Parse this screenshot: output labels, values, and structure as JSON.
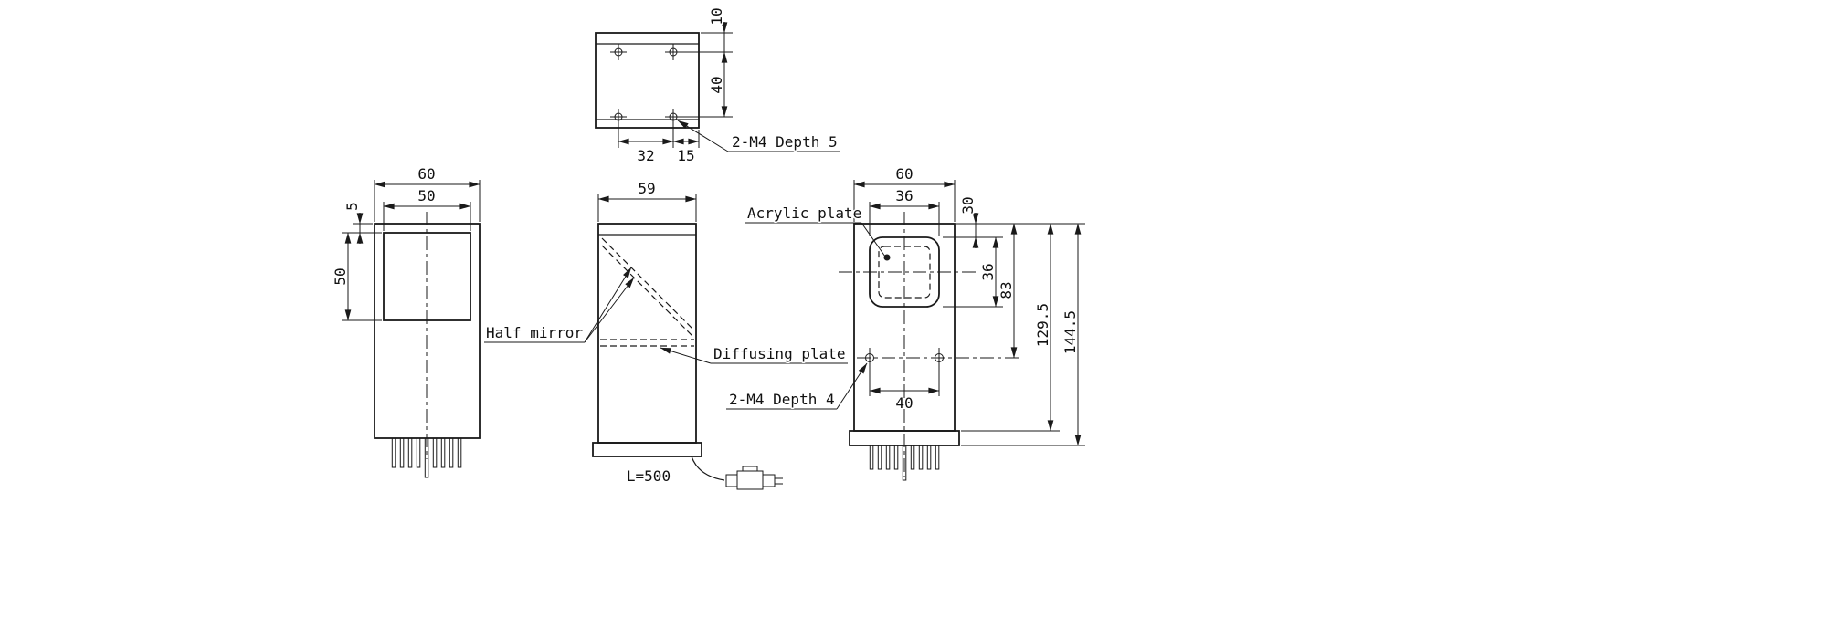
{
  "colors": {
    "ink": "#1a1a1a",
    "paper": "#ffffff"
  },
  "views": {
    "top": {
      "dim_10": "10",
      "dim_40": "40",
      "dim_32": "32",
      "dim_15": "15",
      "thread_note": "2-M4 Depth 5"
    },
    "front": {
      "dim_width": "60",
      "dim_window_width": "50",
      "dim_window_offset": "5",
      "dim_window_height": "50"
    },
    "side": {
      "dim_depth": "59",
      "label_half_mirror": "Half mirror",
      "label_diffusing_plate": "Diffusing plate",
      "cable_length": "L=500"
    },
    "back": {
      "dim_width": "60",
      "dim_plate_width": "36",
      "dim_plate_top_offset": "30",
      "dim_plate_height": "36",
      "dim_holes_from_top": "83",
      "dim_body_height": "129.5",
      "dim_total_height": "144.5",
      "dim_hole_spacing": "40",
      "label_acrylic_plate": "Acrylic plate",
      "thread_note": "2-M4 Depth 4"
    }
  }
}
